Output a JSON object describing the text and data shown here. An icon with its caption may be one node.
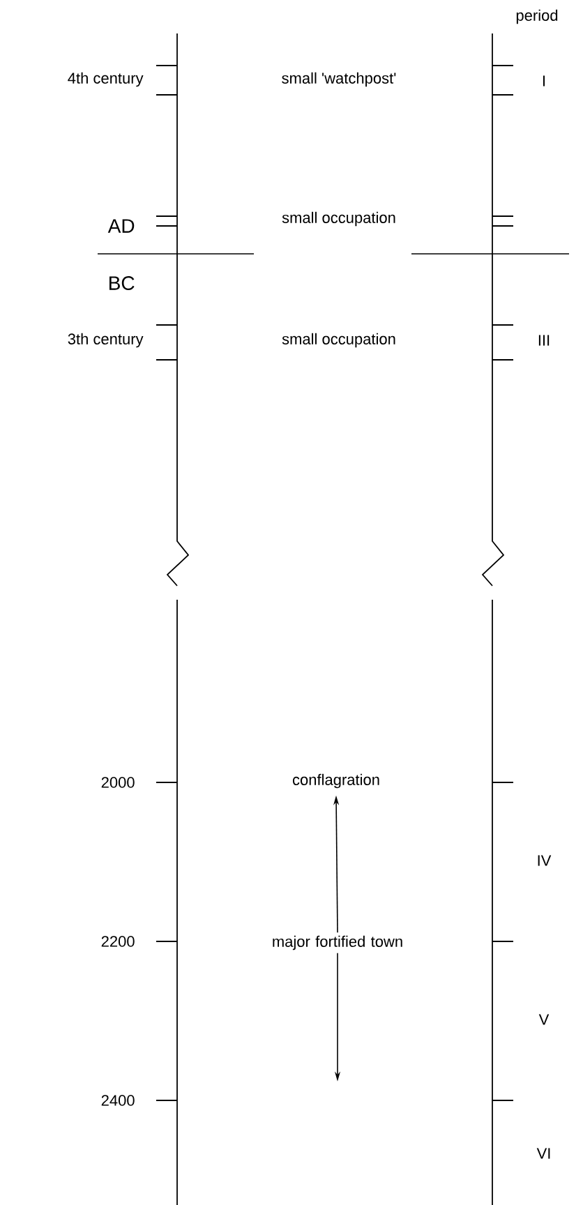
{
  "diagram": {
    "nodes": [
      {
        "text": [
          "conflagration"
        ]
      },
      {
        "text": [
          "major fortified town"
        ]
      }
    ],
    "edges": [
      {
        "from": 1,
        "to": 0,
        "arrow": "to"
      },
      {
        "from": 1,
        "to": null,
        "arrow": "to"
      }
    ],
    "labels": [
      "period",
      "4th century",
      "small 'watchpost'",
      "I",
      "AD",
      "small occupation",
      "BC",
      "3th century",
      "small occupation",
      "III",
      "2000",
      "IV",
      "2200",
      "V",
      "2400",
      "VI"
    ]
  }
}
